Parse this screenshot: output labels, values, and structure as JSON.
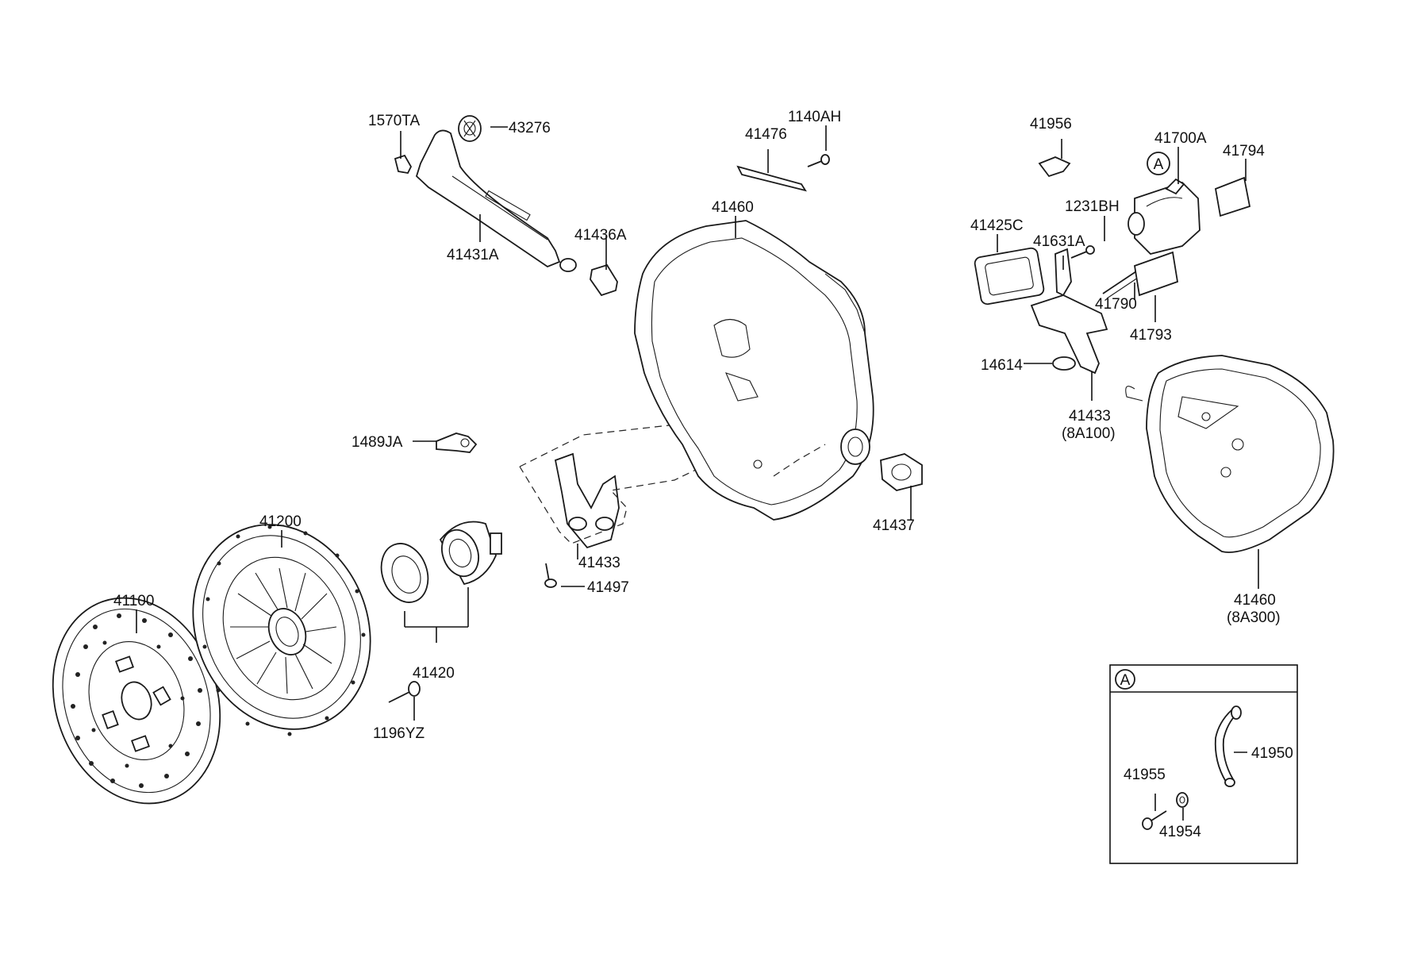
{
  "diagram": {
    "labels": {
      "l1570TA": "1570TA",
      "l43276": "43276",
      "l41431A": "41431A",
      "l41436A": "41436A",
      "l41476": "41476",
      "l1140AH": "1140AH",
      "l41460": "41460",
      "l1489JA": "1489JA",
      "l41433": "41433",
      "l41497": "41497",
      "l41437": "41437",
      "l41200": "41200",
      "l41100": "41100",
      "l41420": "41420",
      "l1196YZ": "1196YZ",
      "l41956": "41956",
      "l41700A": "41700A",
      "l41794": "41794",
      "l1231BH": "1231BH",
      "l41425C": "41425C",
      "l41631A": "41631A",
      "l41790": "41790",
      "l41793": "41793",
      "l14614": "14614",
      "l41433b": "41433",
      "l41433b_variant": "(8A100)",
      "l41460b": "41460",
      "l41460b_variant": "(8A300)",
      "l41950": "41950",
      "l41955": "41955",
      "l41954": "41954"
    },
    "ref_marker": "A",
    "detail_box_marker": "A"
  }
}
